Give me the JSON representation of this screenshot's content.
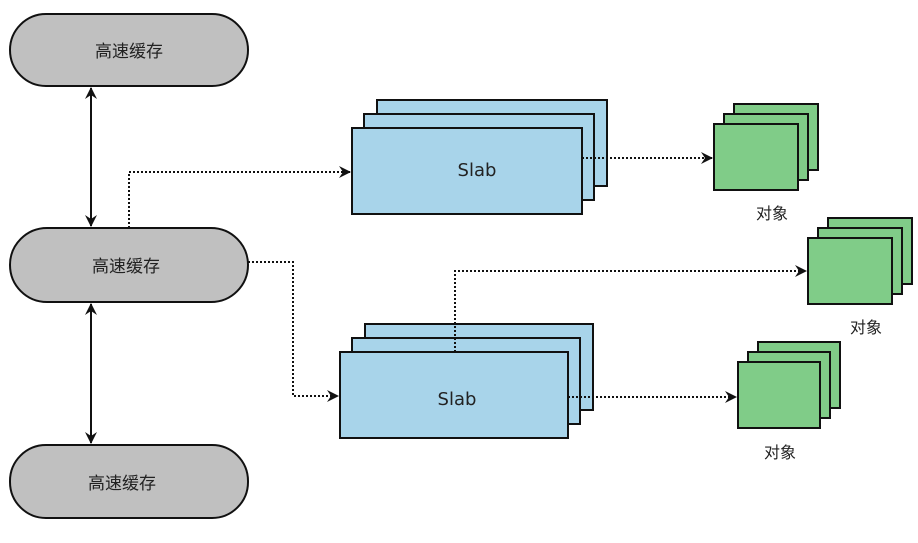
{
  "diagram": {
    "title": "",
    "caches": [
      {
        "id": "cache-top",
        "label": "高速缓存"
      },
      {
        "id": "cache-middle",
        "label": "高速缓存"
      },
      {
        "id": "cache-bottom",
        "label": "高速缓存"
      }
    ],
    "slabs": [
      {
        "id": "slab-top",
        "label": "Slab"
      },
      {
        "id": "slab-bottom",
        "label": "Slab"
      }
    ],
    "objects": [
      {
        "id": "objects-top",
        "label": "对象"
      },
      {
        "id": "objects-middle",
        "label": "对象"
      },
      {
        "id": "objects-bottom",
        "label": "对象"
      }
    ],
    "edges": [
      {
        "from": "cache-top",
        "to": "cache-middle",
        "style": "solid",
        "direction": "bidirectional"
      },
      {
        "from": "cache-middle",
        "to": "cache-bottom",
        "style": "solid",
        "direction": "bidirectional"
      },
      {
        "from": "cache-middle",
        "to": "slab-top",
        "style": "dotted",
        "direction": "forward"
      },
      {
        "from": "cache-middle",
        "to": "slab-bottom",
        "style": "dotted",
        "direction": "forward"
      },
      {
        "from": "slab-top",
        "to": "objects-top",
        "style": "dotted",
        "direction": "forward"
      },
      {
        "from": "slab-bottom",
        "to": "objects-middle",
        "style": "dotted",
        "direction": "forward"
      },
      {
        "from": "slab-bottom",
        "to": "objects-bottom",
        "style": "dotted",
        "direction": "forward"
      }
    ],
    "colors": {
      "cache_fill": "#c0c0c0",
      "slab_fill": "#a8d4ea",
      "object_fill": "#80cc88",
      "stroke": "#111111"
    }
  }
}
